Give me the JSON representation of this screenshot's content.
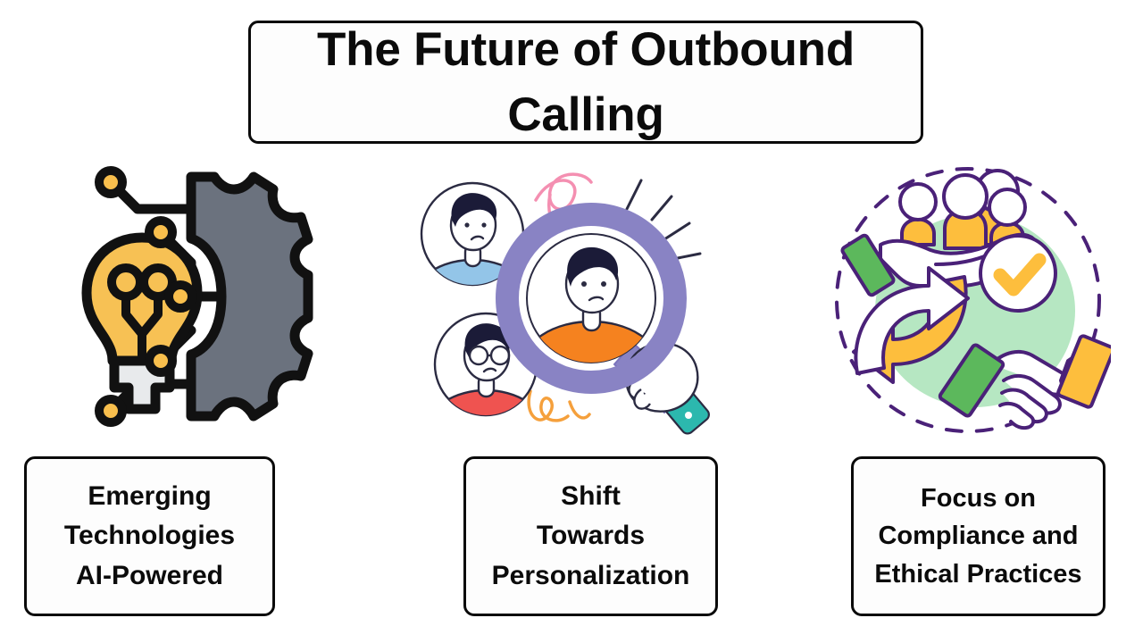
{
  "page": {
    "background_color": "#ffffff",
    "title": "The Future of Outbound Calling"
  },
  "columns": [
    {
      "id": "emerging-technologies",
      "caption": "Emerging\nTechnologies\nAI-Powered",
      "icon_name": "lightbulb-gear-icon",
      "icon_description": "Lightbulb connected by circuit traces to a half gear",
      "colors": {
        "bulb": "#f7c154",
        "bulb_base": "#e8eaec",
        "gear": "#6b727e",
        "node": "#f9bf4d",
        "outline": "#111111"
      }
    },
    {
      "id": "shift-towards-personalization",
      "caption": "Shift\nTowards\nPersonalization",
      "icon_name": "magnifier-people-icon",
      "icon_description": "Hand holding a magnifying glass over a person avatar with two other avatars nearby",
      "colors": {
        "magnifier": "#8983c4",
        "magnifier_dark": "#7b74bc",
        "handle_tip": "#2cb8ae",
        "shirt_focus": "#f5821f",
        "shirt_top": "#93c5e8",
        "shirt_bottom": "#ef5350",
        "hair": "#1b1b38",
        "squiggle_pink": "#f48fb1",
        "squiggle_orange": "#f5a03c",
        "outline": "#2b2b42"
      }
    },
    {
      "id": "focus-on-compliance",
      "caption": "Focus on\nCompliance and\nEthical Practices",
      "icon_name": "compliance-handshake-icon",
      "icon_description": "Dashed circle containing a hand holding three people, a check mark, a handshake and a refresh arrow",
      "colors": {
        "outline": "#4a2178",
        "yellow": "#fdbe3d",
        "green": "#5cb85c",
        "blob": "#b6e7c2",
        "white": "#ffffff"
      }
    }
  ]
}
